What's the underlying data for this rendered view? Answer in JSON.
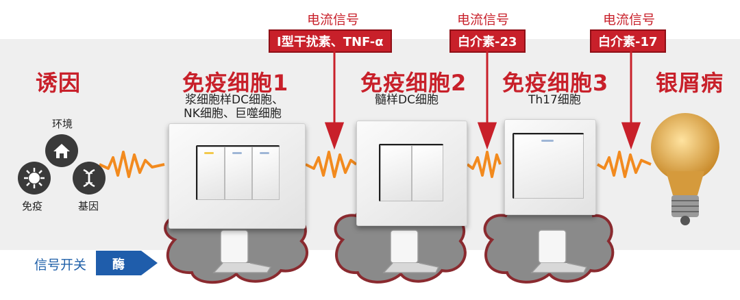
{
  "trigger": {
    "title": "诱因",
    "factors": [
      {
        "label": "环境",
        "icon": "house-icon"
      },
      {
        "label": "免疫",
        "icon": "virus-icon"
      },
      {
        "label": "基因",
        "icon": "dna-icon"
      }
    ]
  },
  "cells": [
    {
      "title": "免疫细胞1",
      "line1": "浆细胞样DC细胞、",
      "line2": "NK细胞、巨噬细胞"
    },
    {
      "title": "免疫细胞2",
      "line1": "髓样DC细胞",
      "line2": ""
    },
    {
      "title": "免疫细胞3",
      "line1": "Th17细胞",
      "line2": ""
    }
  ],
  "signals": [
    {
      "label": "电流信号",
      "molecule": "I型干扰素、TNF-α"
    },
    {
      "label": "电流信号",
      "molecule": "白介素-23"
    },
    {
      "label": "电流信号",
      "molecule": "白介素-17"
    }
  ],
  "result": {
    "title": "银屑病"
  },
  "switch_legend": {
    "label": "信号开关",
    "enzyme": "酶"
  },
  "colors": {
    "accent": "#c8202a",
    "blue": "#1f5dab",
    "band": "#efefef",
    "cloud": "#8a2a2f"
  }
}
